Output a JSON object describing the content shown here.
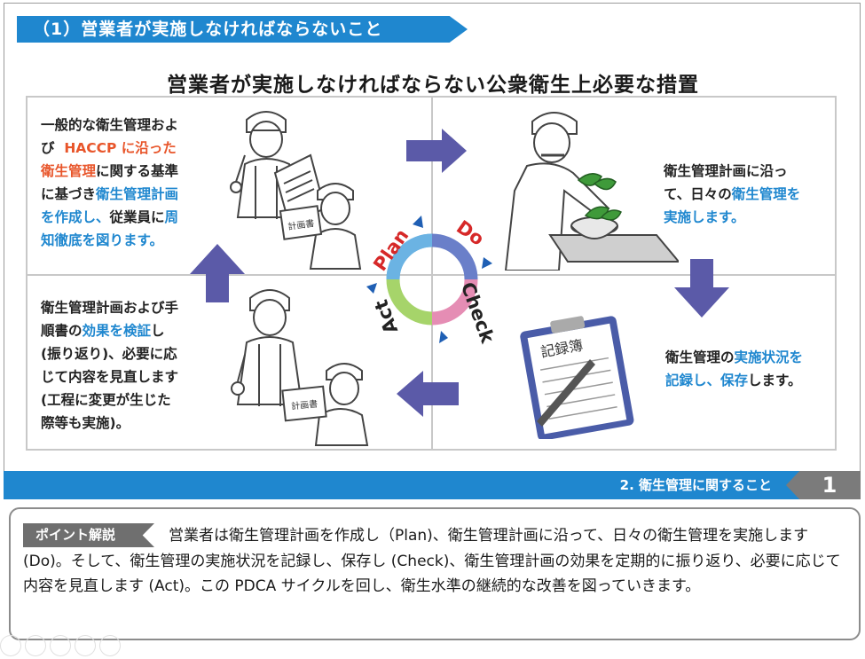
{
  "section_tag": "（1）営業者が実施しなければならないこと",
  "main_title": "営業者が実施しなければならない公衆衛生上必要な措置",
  "quadrants": {
    "plan": {
      "text_a": "一般的な衛生管理およ",
      "text_b": "び",
      "text_c": "HACCP に沿った",
      "text_d": "衛生管理",
      "text_e": "に関する基準",
      "text_f": "に基づき",
      "text_g": "衛生管理計画",
      "text_h": "を作成し、",
      "text_i": "従業員に",
      "text_j": "周",
      "text_k": "知徹底を図ります。",
      "doc_label": "計画書"
    },
    "do": {
      "line1": "衛生管理計画に沿っ",
      "line2a": "て、日々の",
      "line2b": "衛生管理を",
      "line3": "実施します。"
    },
    "check": {
      "line1a": "衛生管理の",
      "line1b": "実施状況を",
      "line2a": "記録し、保存",
      "line2b": "します。",
      "clipboard_label": "記録簿"
    },
    "act": {
      "line1": "衛生管理計画および手",
      "line2a": "順書の",
      "line2b": "効果を検証",
      "line2c": "し",
      "line3": "(振り返り)、必要に応",
      "line4": "じて内容を見直します",
      "line5": "(工程に変更が生じた",
      "line6": "際等も実施)。",
      "doc_label": "計画書"
    }
  },
  "cycle": {
    "plan": "Plan",
    "do": "Do",
    "check": "Check",
    "act": "Act"
  },
  "footer": {
    "section_text": "2. 衛生管理に関すること",
    "page_number": "1"
  },
  "point": {
    "label": "ポイント解説",
    "text": "営業者は衛生管理計画を作成し（Plan)、衛生管理計画に沿って、日々の衛生管理を実施します (Do)。そして、衛生管理の実施状況を記録し、保存し (Check)、衛生管理計画の効果を定期的に振り返り、必要に応じて内容を見直します (Act)。この PDCA サイクルを回し、衛生水準の継続的な改善を図っていきます。"
  },
  "colors": {
    "blue": "#1f87cf",
    "orange": "#e8552a",
    "arrow": "#5b5aa8",
    "plan_ring": "#6bb3e3",
    "do_ring": "#6a7fc9",
    "check_ring": "#e58db4",
    "act_ring": "#a6d46a"
  }
}
